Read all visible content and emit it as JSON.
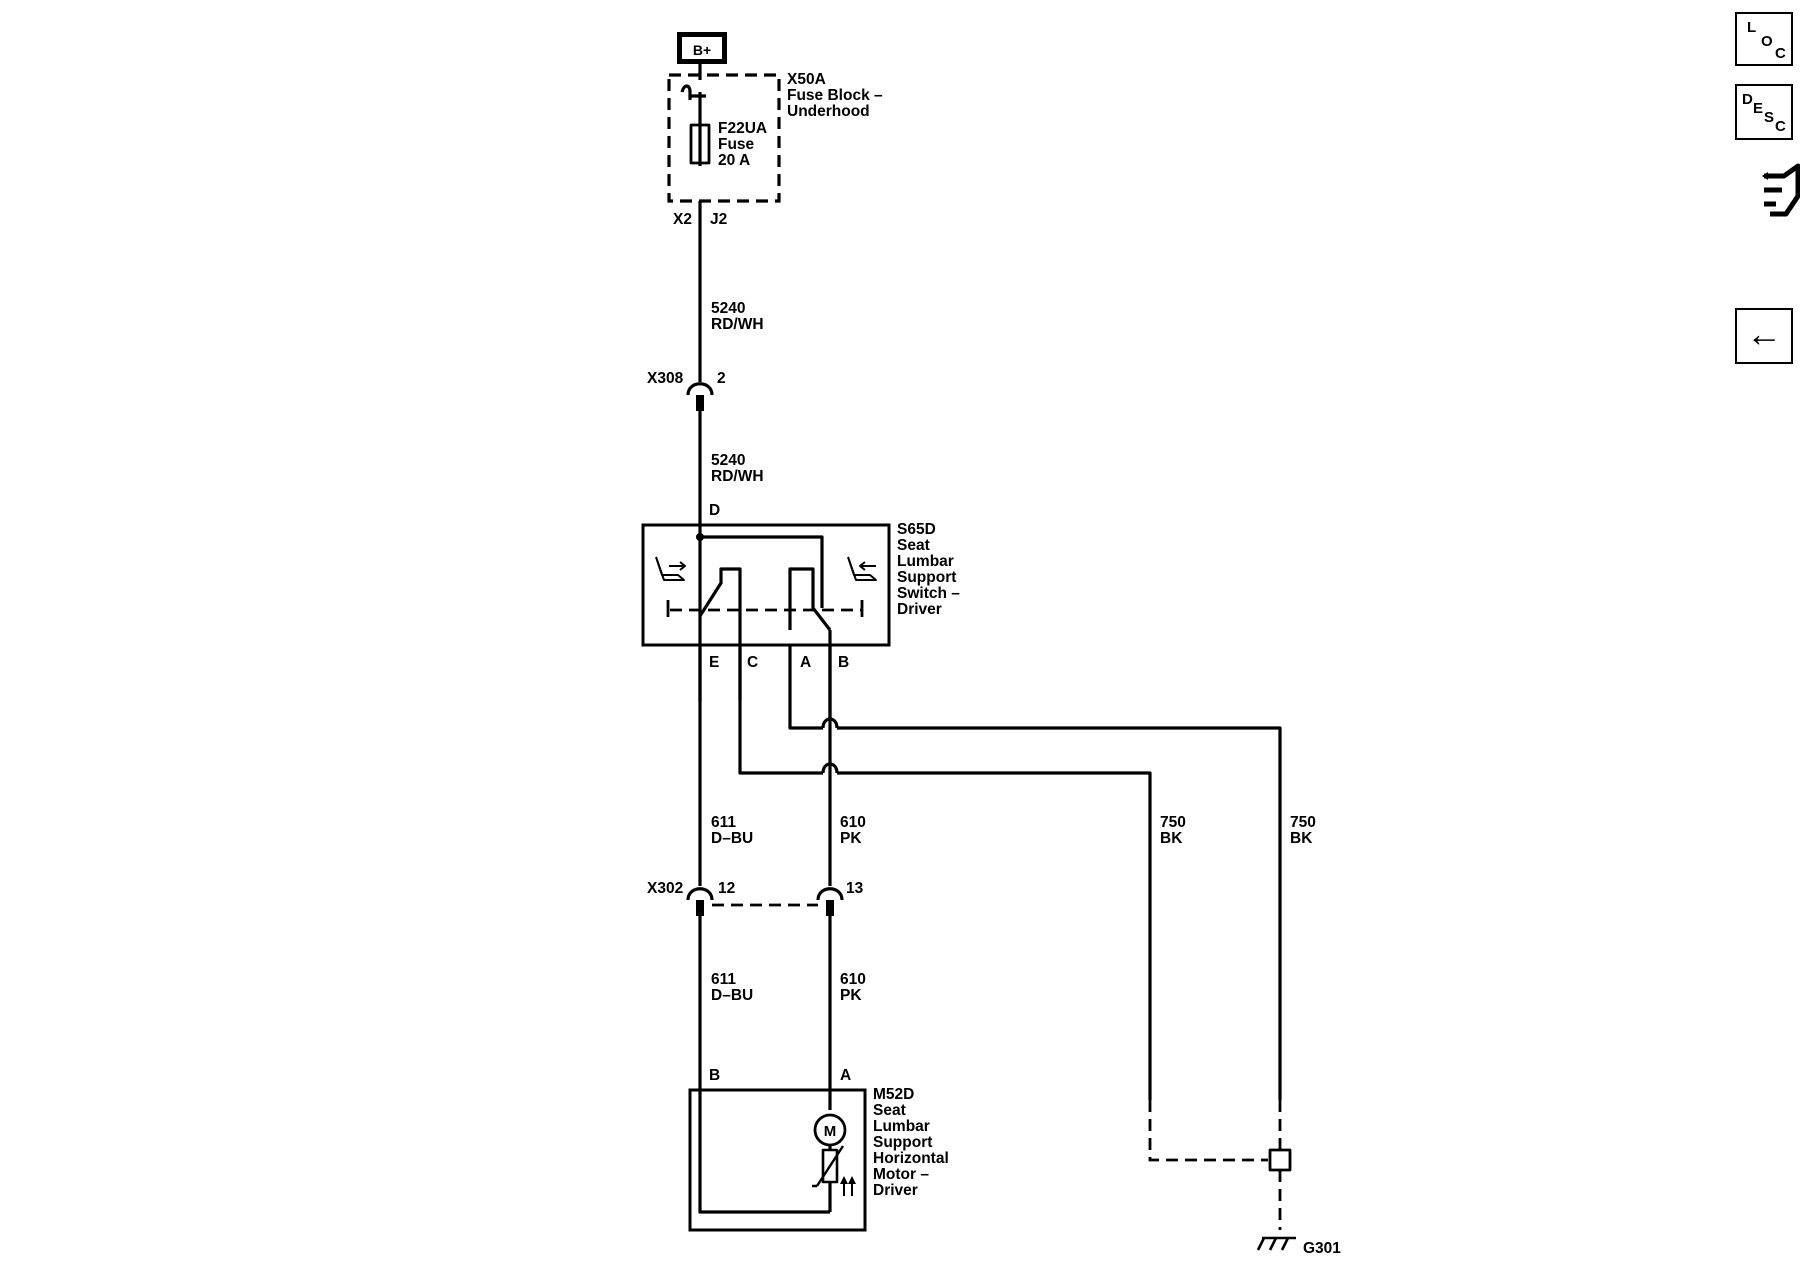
{
  "power": {
    "label": "B+"
  },
  "fuse_block": {
    "id": "X50A",
    "name_line1": "Fuse Block –",
    "name_line2": "Underhood",
    "pin_left": "X2",
    "pin_right": "J2"
  },
  "fuse": {
    "id": "F22UA",
    "type": "Fuse",
    "rating": "20 A"
  },
  "wire_top": {
    "circuit": "5240",
    "color": "RD/WH"
  },
  "connector_x308": {
    "id": "X308",
    "pin": "2"
  },
  "wire_mid": {
    "circuit": "5240",
    "color": "RD/WH"
  },
  "switch": {
    "id": "S65D",
    "name_lines": [
      "Seat",
      "Lumbar",
      "Support",
      "Switch –",
      "Driver"
    ],
    "pin_d": "D",
    "pin_e": "E",
    "pin_c": "C",
    "pin_a": "A",
    "pin_b": "B"
  },
  "wires_upper": [
    {
      "circuit": "611",
      "color": "D–BU"
    },
    {
      "circuit": "610",
      "color": "PK"
    },
    {
      "circuit": "750",
      "color": "BK"
    },
    {
      "circuit": "750",
      "color": "BK"
    }
  ],
  "connector_x302": {
    "id": "X302",
    "pin_left": "12",
    "pin_right": "13"
  },
  "wires_lower": [
    {
      "circuit": "611",
      "color": "D–BU"
    },
    {
      "circuit": "610",
      "color": "PK"
    }
  ],
  "motor": {
    "id": "M52D",
    "name_lines": [
      "Seat",
      "Lumbar",
      "Support",
      "Horizontal",
      "Motor –",
      "Driver"
    ],
    "pin_b": "B",
    "pin_a": "A",
    "symbol": "M"
  },
  "ground": {
    "id": "G301"
  },
  "nav": {
    "loc": {
      "letters": [
        "L",
        "O",
        "C"
      ],
      "icon": "location-icon"
    },
    "desc": {
      "letters": [
        "D",
        "E",
        "S",
        "C"
      ],
      "icon": "description-icon"
    },
    "connector": {
      "icon": "connector-end-view-icon"
    },
    "back": {
      "glyph": "←",
      "icon": "back-arrow-icon"
    }
  }
}
